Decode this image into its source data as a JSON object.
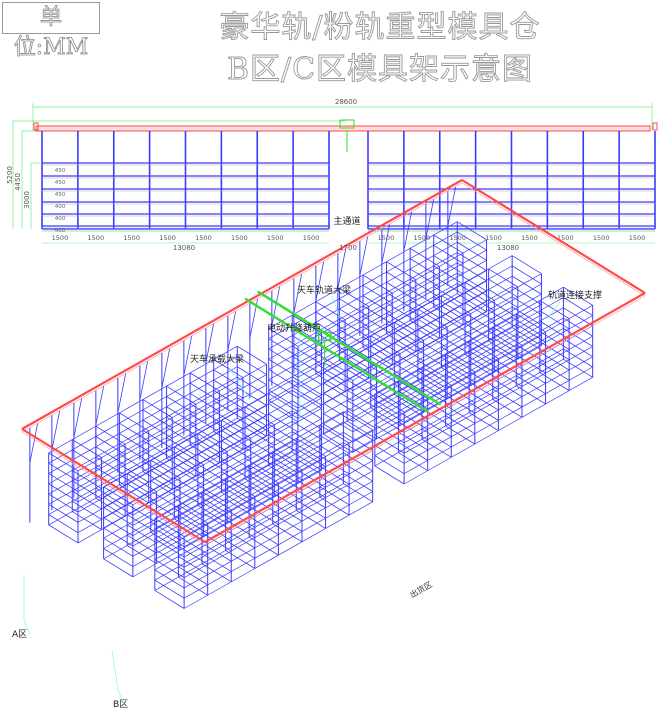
{
  "unit_label": "单位:MM",
  "title_line1": "豪华轨/粉轨重型模具仓",
  "title_line2": "B区/C区模具架示意图",
  "elevation": {
    "total_width": "28600",
    "heights": [
      "5200",
      "4450",
      "3000"
    ],
    "level_spacings": [
      "450",
      "450",
      "450",
      "400",
      "400",
      "400"
    ],
    "bay_width": "1500",
    "bay_count_per_side": 8,
    "section_width": "13080",
    "aisle_width": "1700",
    "aisle_label": "主通道"
  },
  "iso_labels": {
    "runway_beam": "天车轨道大梁",
    "rail_support": "轨道连接支撑",
    "hoist": "电动升降葫芦",
    "crane_beam": "天车承载大梁",
    "zone_a": "A区",
    "zone_b": "B区",
    "zone_c": "出货区"
  },
  "colors": {
    "rack": "#3a3aff",
    "rail": "#ff4a4a",
    "crane": "#33dd33",
    "dimension": "#66ee88",
    "text": "#222222"
  }
}
